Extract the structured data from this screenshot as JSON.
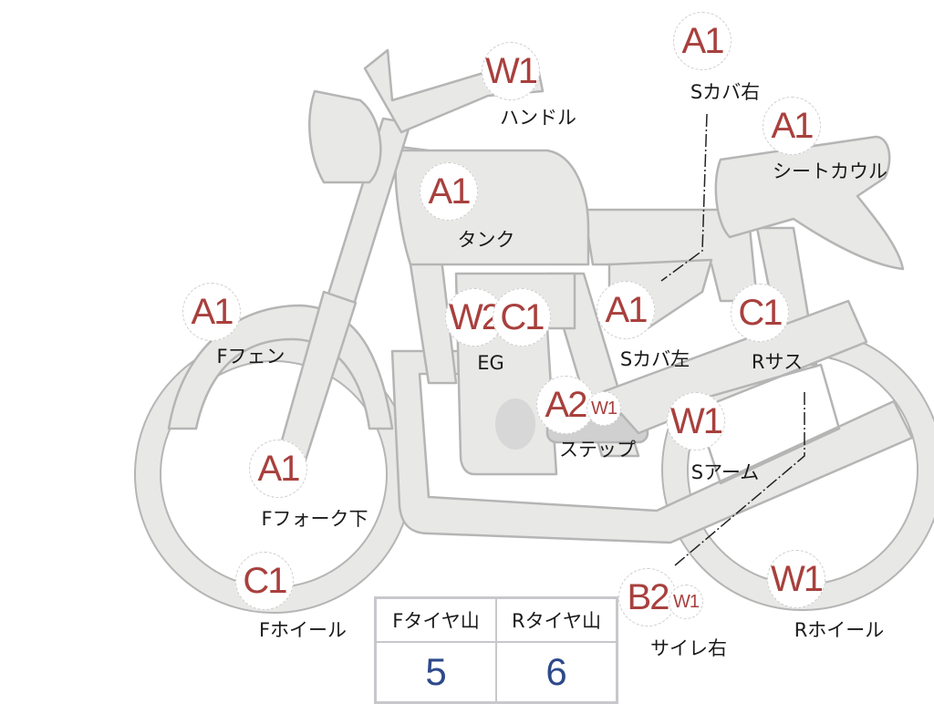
{
  "markers": [
    {
      "grade": "W1",
      "label": "ハンドル"
    },
    {
      "grade": "A1",
      "label": "Sカバ右"
    },
    {
      "grade": "A1",
      "label": "シートカウル"
    },
    {
      "grade": "A1",
      "label": "タンク"
    },
    {
      "grade": "A1",
      "label": "Fフェン"
    },
    {
      "grade": "W2",
      "grade2": "C1",
      "label": "EG"
    },
    {
      "grade": "A1",
      "label": "Sカバ左"
    },
    {
      "grade": "C1",
      "label": "Rサス"
    },
    {
      "grade": "A2",
      "grade2": "W1",
      "label": "ステップ"
    },
    {
      "grade": "W1",
      "label": "Sアーム"
    },
    {
      "grade": "A1",
      "label": "Fフォーク下"
    },
    {
      "grade": "C1",
      "label": "Fホイール"
    },
    {
      "grade": "B2",
      "grade2": "W1",
      "label": "サイレ右"
    },
    {
      "grade": "W1",
      "label": "Rホイール"
    }
  ],
  "tire_table": {
    "headers": [
      "Fタイヤ山",
      "Rタイヤ山"
    ],
    "values": [
      "5",
      "6"
    ]
  },
  "colors": {
    "grade": "#a8403d",
    "value": "#2d4a8a",
    "part_fill": "#e8e8e6",
    "part_stroke": "#b5b5b5"
  }
}
